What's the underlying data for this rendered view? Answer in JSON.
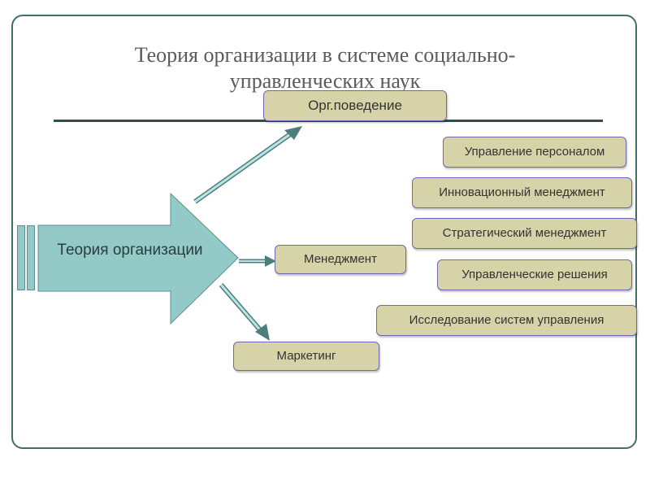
{
  "title": "Теория организации в системе социально-управленческих наук",
  "main": {
    "label": "Теория организации"
  },
  "nodes": {
    "org_behavior": "Орг.поведение",
    "management": "Менеджмент",
    "marketing": "Маркетинг"
  },
  "management_topics": [
    "Управление персоналом",
    "Инновационный менеджмент",
    "Стратегический менеджмент",
    "Управленческие решения",
    "Исследование систем управления"
  ],
  "colors": {
    "frame": "#3f6f6a",
    "arrow_fill": "#93cac8",
    "node_fill": "#d6d3a8",
    "node_border": "#6f68b0"
  }
}
